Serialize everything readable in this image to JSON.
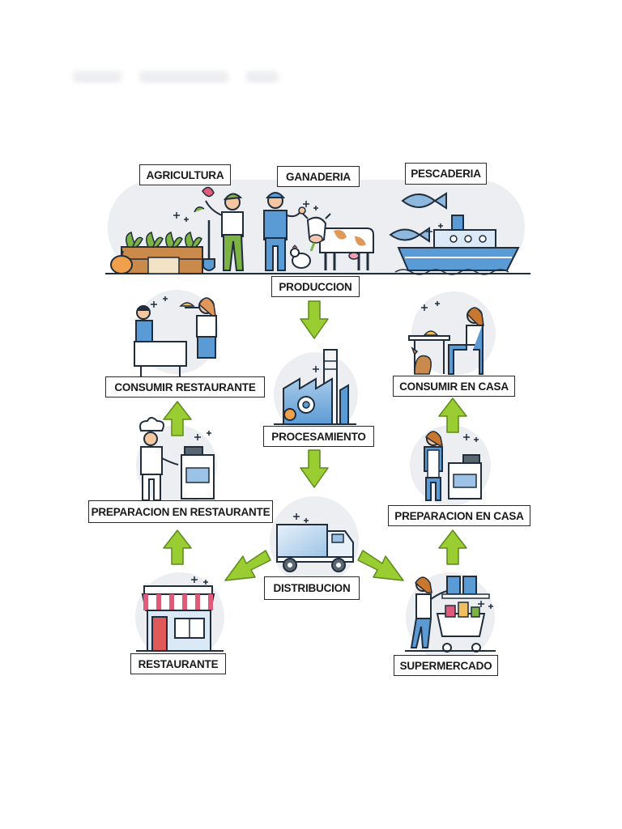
{
  "diagram": {
    "nodes": {
      "agricultura": "AGRICULTURA",
      "ganaderia": "GANADERIA",
      "pescaderia": "PESCADERIA",
      "produccion": "PRODUCCION",
      "procesamiento": "PROCESAMIENTO",
      "distribucion": "DISTRIBUCION",
      "consumir_restaurante": "CONSUMIR RESTAURANTE",
      "consumir_en_casa": "CONSUMIR EN CASA",
      "preparacion_en_restaurante": "PREPARACION EN RESTAURANTE",
      "preparacion_en_casa": "PREPARACION EN CASA",
      "restaurante": "RESTAURANTE",
      "supermercado": "SUPERMERCADO"
    },
    "edges": [
      [
        "produccion",
        "procesamiento"
      ],
      [
        "procesamiento",
        "distribucion"
      ],
      [
        "distribucion",
        "restaurante"
      ],
      [
        "distribucion",
        "supermercado"
      ],
      [
        "restaurante",
        "preparacion_en_restaurante"
      ],
      [
        "preparacion_en_restaurante",
        "consumir_restaurante"
      ],
      [
        "supermercado",
        "preparacion_en_casa"
      ],
      [
        "preparacion_en_casa",
        "consumir_en_casa"
      ]
    ],
    "colors": {
      "arrow": "#9acd32",
      "bubble": "#eceef1",
      "accent_blue": "#5b9bd5",
      "outline": "#1f2d3d"
    }
  }
}
